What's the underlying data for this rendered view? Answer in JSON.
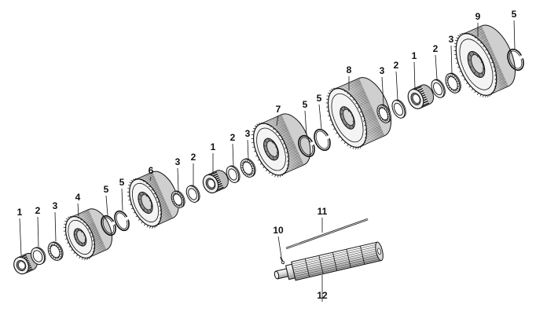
{
  "diagram": {
    "callout_labels": [
      "1",
      "2",
      "3",
      "4",
      "5",
      "5",
      "6",
      "3",
      "2",
      "1",
      "2",
      "3",
      "7",
      "5",
      "5",
      "8",
      "3",
      "2",
      "1",
      "2",
      "3",
      "9",
      "5",
      "10",
      "11",
      "12"
    ]
  }
}
